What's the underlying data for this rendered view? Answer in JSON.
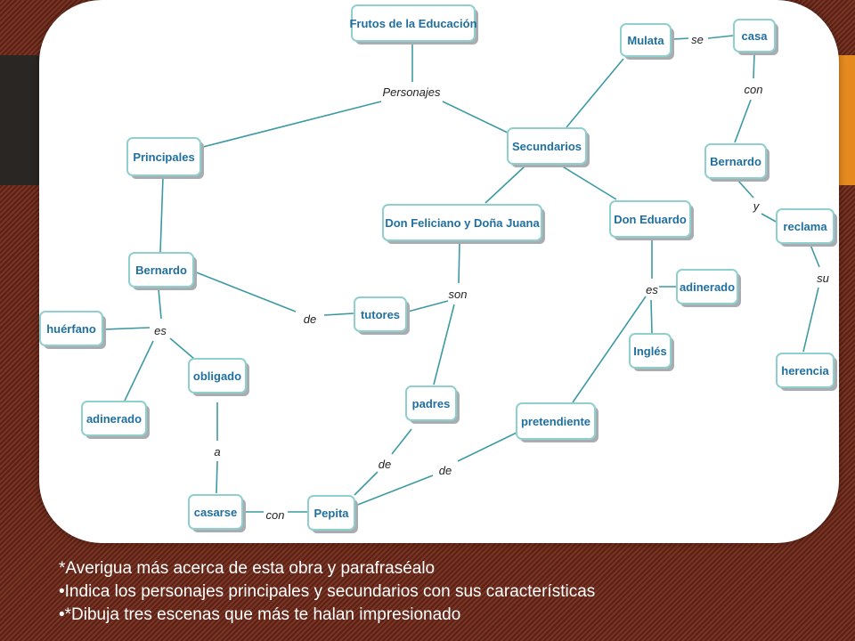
{
  "diagram": {
    "nodes": [
      {
        "id": "frutos",
        "label": "Frutos de la Educación"
      },
      {
        "id": "principales",
        "label": "Principales"
      },
      {
        "id": "secundarios",
        "label": "Secundarios"
      },
      {
        "id": "mulata",
        "label": "Mulata"
      },
      {
        "id": "casa",
        "label": "casa"
      },
      {
        "id": "bernardo_r",
        "label": "Bernardo"
      },
      {
        "id": "reclama",
        "label": "reclama"
      },
      {
        "id": "herencia",
        "label": "herencia"
      },
      {
        "id": "donfeliciano",
        "label": "Don Feliciano y Doña Juana"
      },
      {
        "id": "doneduardo",
        "label": "Don Eduardo"
      },
      {
        "id": "bernardo_l",
        "label": "Bernardo"
      },
      {
        "id": "huerfano",
        "label": "huérfano"
      },
      {
        "id": "obligado",
        "label": "obligado"
      },
      {
        "id": "adinerado_l",
        "label": "adinerado"
      },
      {
        "id": "tutores",
        "label": "tutores"
      },
      {
        "id": "adinerado_r",
        "label": "adinerado"
      },
      {
        "id": "ingles",
        "label": "Inglés"
      },
      {
        "id": "padres",
        "label": "padres"
      },
      {
        "id": "pretendiente",
        "label": "pretendiente"
      },
      {
        "id": "casarse",
        "label": "casarse"
      },
      {
        "id": "pepita",
        "label": "Pepita"
      }
    ],
    "link_phrases": [
      {
        "id": "personajes",
        "label": "Personajes"
      },
      {
        "id": "se",
        "label": "se"
      },
      {
        "id": "con1",
        "label": "con"
      },
      {
        "id": "y",
        "label": "y"
      },
      {
        "id": "su",
        "label": "su"
      },
      {
        "id": "es1",
        "label": "es"
      },
      {
        "id": "de1",
        "label": "de"
      },
      {
        "id": "son",
        "label": "son"
      },
      {
        "id": "es2",
        "label": "es"
      },
      {
        "id": "a",
        "label": "a"
      },
      {
        "id": "de2",
        "label": "de"
      },
      {
        "id": "de3",
        "label": "de"
      },
      {
        "id": "con2",
        "label": "con"
      }
    ]
  },
  "notes": [
    "*Averigua más acerca de esta obra y parafraséalo",
    "•Indica los personajes principales y secundarios con sus características",
    "•*Dibuja tres escenas que más te halan impresionado"
  ],
  "colors": {
    "node_text": "#1f6f9f",
    "node_border": "#8fd0cf",
    "link": "#3d9aa3",
    "background_dark": "#2a2623",
    "background_accent": "#e58a1f",
    "background_stripes": "#6b2a1c"
  }
}
